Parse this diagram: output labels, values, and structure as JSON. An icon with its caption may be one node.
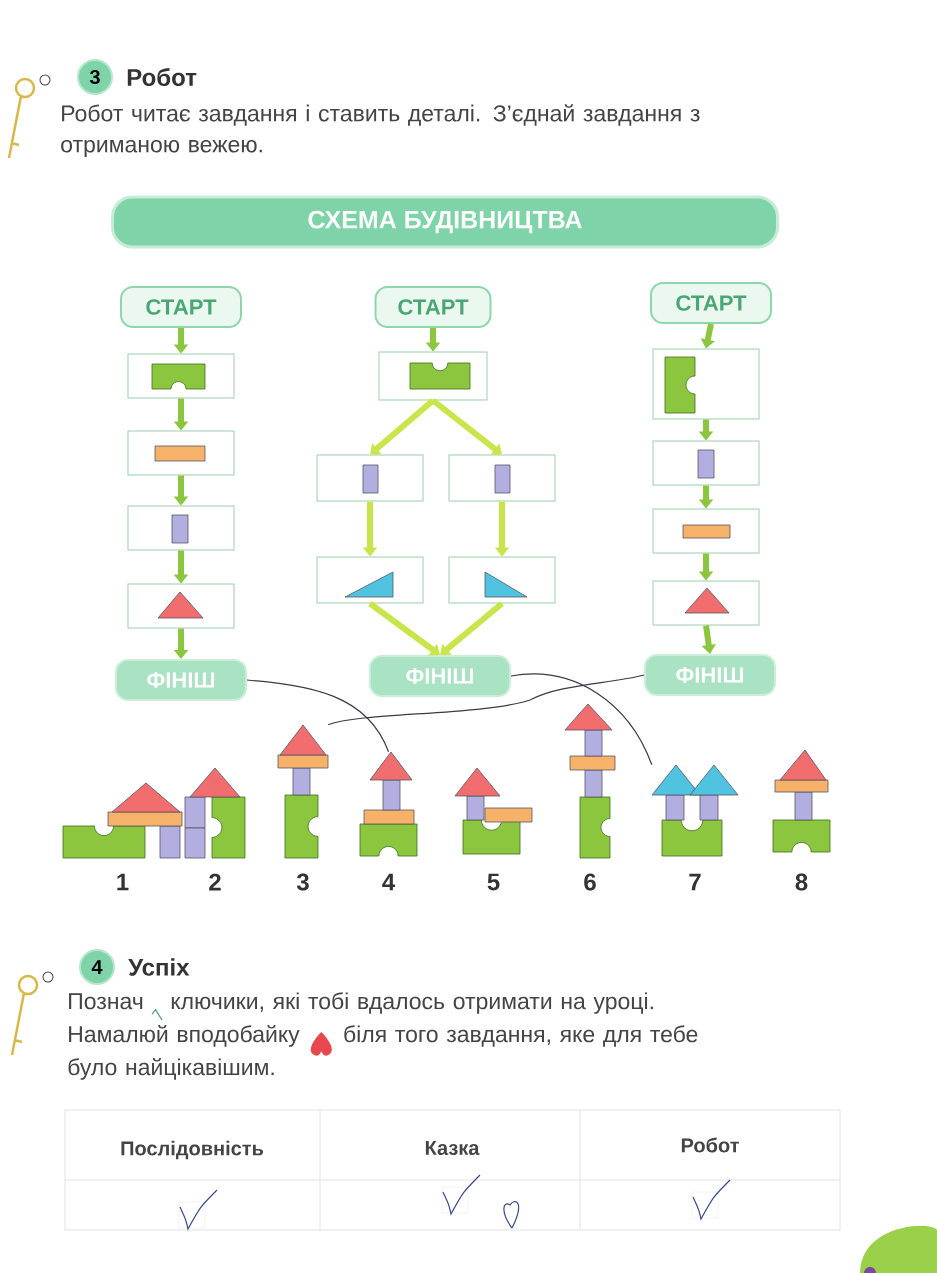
{
  "diagram": {
    "nodes": [
      {
        "text": [
          "СХЕМА БУДІВНИЦТВА"
        ]
      },
      {
        "text": [
          "СТАРТ"
        ]
      },
      {
        "text": [],
        "shape": "box"
      },
      {
        "text": [],
        "shape": "box"
      },
      {
        "text": [],
        "shape": "box"
      },
      {
        "text": [],
        "shape": "box"
      },
      {
        "text": [
          "ФІНІШ"
        ]
      },
      {
        "text": [
          "СТАРТ"
        ]
      },
      {
        "text": [],
        "shape": "box"
      },
      {
        "text": [],
        "shape": "box"
      },
      {
        "text": [],
        "shape": "box"
      },
      {
        "text": [],
        "shape": "box"
      },
      {
        "text": [],
        "shape": "box"
      },
      {
        "text": [
          "ФІНІШ"
        ]
      },
      {
        "text": [
          "СТАРТ"
        ]
      },
      {
        "text": [],
        "shape": "box"
      },
      {
        "text": [],
        "shape": "box"
      },
      {
        "text": [],
        "shape": "box"
      },
      {
        "text": [],
        "shape": "box"
      },
      {
        "text": [
          "ФІНІШ"
        ]
      },
      {
        "text": [],
        "shape": "picture",
        "beside": [
          "1"
        ]
      },
      {
        "text": [],
        "shape": "picture",
        "beside": [
          "2"
        ]
      },
      {
        "text": [],
        "shape": "picture",
        "beside": [
          "3"
        ]
      },
      {
        "text": [],
        "shape": "picture",
        "beside": [
          "4"
        ]
      },
      {
        "text": [],
        "shape": "picture",
        "beside": [
          "5"
        ]
      },
      {
        "text": [],
        "shape": "picture",
        "beside": [
          "6"
        ]
      },
      {
        "text": [],
        "shape": "picture",
        "beside": [
          "7"
        ]
      },
      {
        "text": [],
        "shape": "picture",
        "beside": [
          "8"
        ]
      }
    ],
    "edges": [
      {
        "from": 1,
        "to": 2,
        "arrow": "to"
      },
      {
        "from": 2,
        "to": 3,
        "arrow": "to"
      },
      {
        "from": 3,
        "to": 4,
        "arrow": "to"
      },
      {
        "from": 4,
        "to": 5,
        "arrow": "to"
      },
      {
        "from": 5,
        "to": 6,
        "arrow": "to"
      },
      {
        "from": 7,
        "to": 8,
        "arrow": "to"
      },
      {
        "from": 8,
        "to": 9,
        "arrow": "to",
        "color": "#c8e64c"
      },
      {
        "from": 8,
        "to": 10,
        "arrow": "to",
        "color": "#c8e64c"
      },
      {
        "from": 9,
        "to": 11,
        "arrow": "to",
        "color": "#c8e64c"
      },
      {
        "from": 10,
        "to": 12,
        "arrow": "to",
        "color": "#c8e64c"
      },
      {
        "from": 11,
        "to": 13,
        "arrow": "to",
        "color": "#c8e64c"
      },
      {
        "from": 12,
        "to": 13,
        "arrow": "to",
        "color": "#c8e64c"
      },
      {
        "from": 14,
        "to": 15,
        "arrow": "to"
      },
      {
        "from": 15,
        "to": 16,
        "arrow": "to"
      },
      {
        "from": 16,
        "to": 17,
        "arrow": "to"
      },
      {
        "from": 17,
        "to": 18,
        "arrow": "to"
      },
      {
        "from": 18,
        "to": 19,
        "arrow": "to"
      },
      {
        "from": 6,
        "to": 23,
        "arrow": "none",
        "color": "#3a3a4a"
      },
      {
        "from": 13,
        "to": 26,
        "arrow": "none",
        "color": "#3a3a4a"
      },
      {
        "from": 19,
        "to": 22,
        "arrow": "none",
        "color": "#3a3a4a"
      }
    ],
    "labels": [
      "3",
      "Робот",
      "Робот читає завдання і ставить деталі. З’єднай завдання з отриманою вежею.",
      "4",
      "Успіх",
      "Познач",
      "ключики, які тобі вдалось отримати на уроці.",
      "Намалюй вподобайку",
      "біля того завдання, яке для тебе було найцікавішим.",
      "Послідовність",
      "Казка",
      "Робот"
    ]
  }
}
